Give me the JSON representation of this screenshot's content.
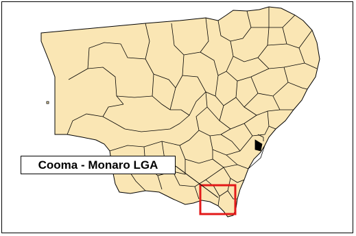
{
  "map": {
    "callout_label": "Cooma - Monaro LGA"
  },
  "colors": {
    "land": "#FAE6B4",
    "boundary": "#000000",
    "highlight": "#E31919",
    "background": "#FFFFFF"
  },
  "layers": {
    "region": "state-outline",
    "subdivisions": "lga-boundaries",
    "highlight": "selected-lga-box"
  }
}
